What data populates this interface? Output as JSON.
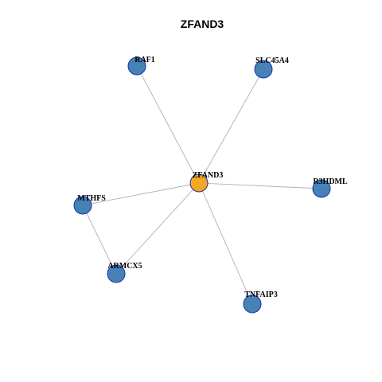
{
  "title": "ZFAND3",
  "colors": {
    "hub": "#f5a623",
    "leaf": "#4682b4",
    "node_border": "#1a2fb5",
    "edge": "#b0b0b0"
  },
  "nodes": [
    {
      "id": "ZFAND3",
      "label": "ZFAND3",
      "role": "hub"
    },
    {
      "id": "RAF1",
      "label": "RAF1",
      "role": "leaf"
    },
    {
      "id": "SLC45A4",
      "label": "SLC45A4",
      "role": "leaf"
    },
    {
      "id": "R3HDML",
      "label": "R3HDML",
      "role": "leaf"
    },
    {
      "id": "MTHFS",
      "label": "MTHFS",
      "role": "leaf"
    },
    {
      "id": "ARMCX5",
      "label": "ARMCX5",
      "role": "leaf"
    },
    {
      "id": "TNFAIP3",
      "label": "TNFAIP3",
      "role": "leaf"
    }
  ],
  "edges": [
    {
      "source": "ZFAND3",
      "target": "RAF1"
    },
    {
      "source": "ZFAND3",
      "target": "SLC45A4"
    },
    {
      "source": "ZFAND3",
      "target": "R3HDML"
    },
    {
      "source": "ZFAND3",
      "target": "MTHFS"
    },
    {
      "source": "ZFAND3",
      "target": "ARMCX5"
    },
    {
      "source": "ZFAND3",
      "target": "TNFAIP3"
    },
    {
      "source": "MTHFS",
      "target": "ARMCX5"
    }
  ]
}
